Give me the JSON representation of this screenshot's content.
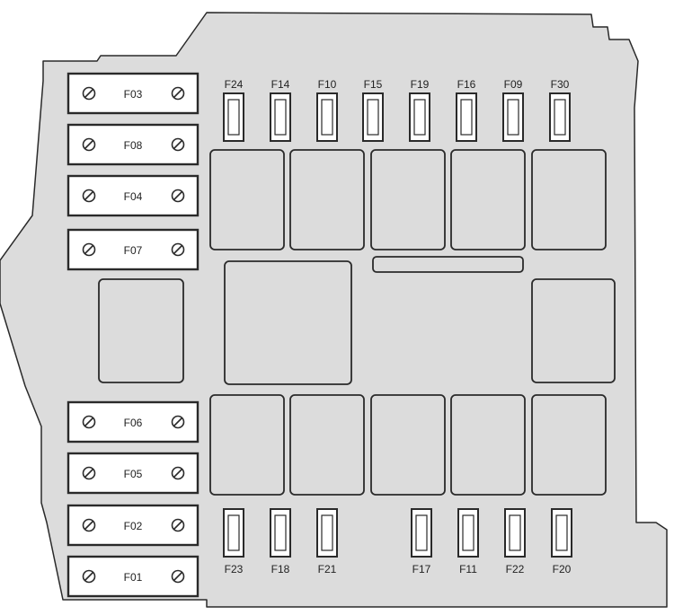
{
  "diagram": {
    "colors": {
      "body": "#dcdcdc",
      "stroke": "#2a2a2a",
      "fuse_fill": "#ffffff"
    },
    "left_fuses": [
      "F03",
      "F08",
      "F04",
      "F07",
      "F06",
      "F05",
      "F02",
      "F01"
    ],
    "top_fuses": [
      "F24",
      "F14",
      "F10",
      "F15",
      "F19",
      "F16",
      "F09",
      "F30"
    ],
    "bottom_fuses": [
      "F23",
      "F18",
      "F21",
      "F17",
      "F11",
      "F22",
      "F20"
    ],
    "screw_icon": "slotted-screw-icon"
  }
}
